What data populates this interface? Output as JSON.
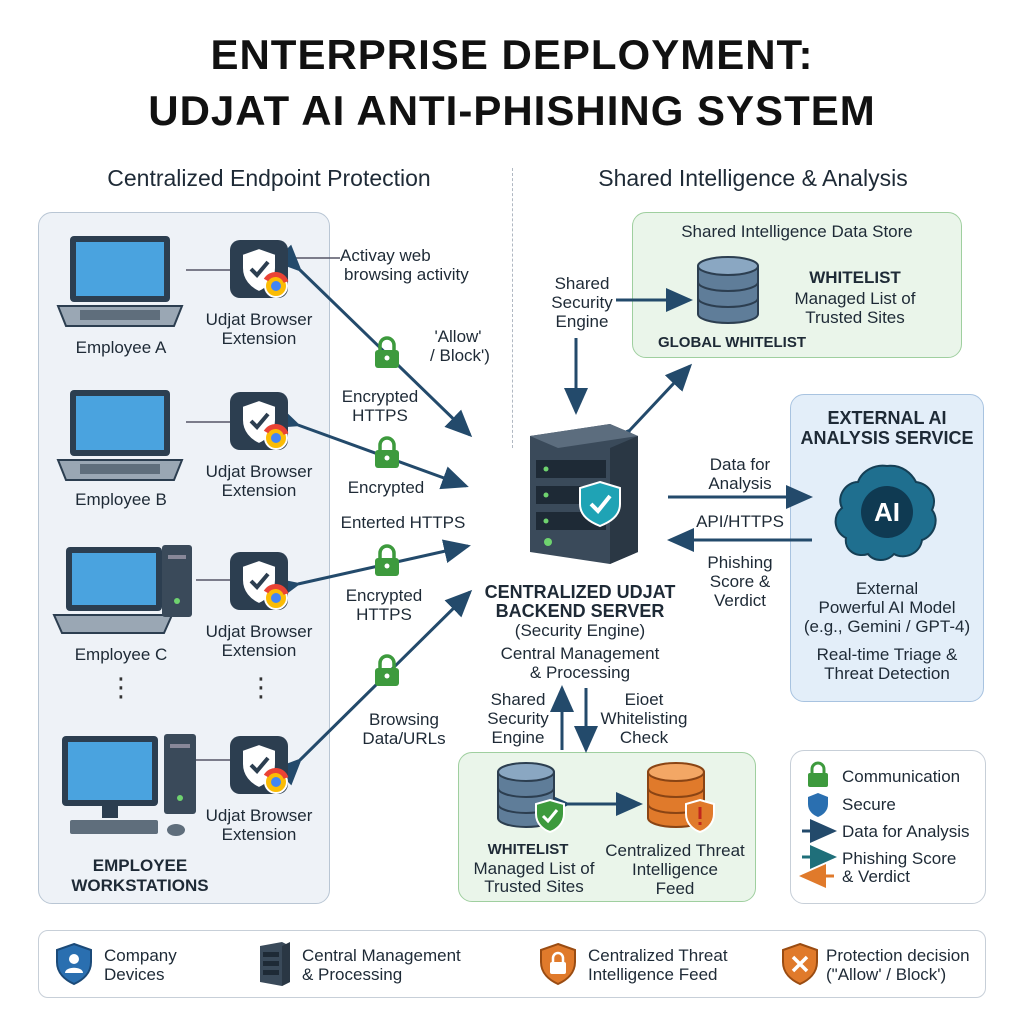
{
  "title_line1": "ENTERPRISE DEPLOYMENT:",
  "title_line2": "UDJAT AI ANTI-PHISHING SYSTEM",
  "section_left": "Centralized Endpoint Protection",
  "section_right": "Shared Intelligence & Analysis",
  "employees": [
    {
      "name": "Employee A",
      "ext_line1": "Udjat Browser",
      "ext_line2": "Extension"
    },
    {
      "name": "Employee B",
      "ext_line1": "Udjat Browser",
      "ext_line2": "Extension"
    },
    {
      "name": "Employee C",
      "ext_line1": "Udjat Browser",
      "ext_line2": "Extension"
    },
    {
      "name": "",
      "ext_line1": "Udjat Browser",
      "ext_line2": "Extension"
    }
  ],
  "workstations_line1": "EMPLOYEE",
  "workstations_line2": "WORKSTATIONS",
  "flow_labels": {
    "activity_1": "Activay web",
    "activity_2": "browsing activity",
    "allow_1": "'Allow'",
    "allow_2": "/ Block')",
    "enc1_1": "Encrypted",
    "enc1_2": "HTTPS",
    "enc2": "Encrypted",
    "enc3": "Enterted HTTPS",
    "enc4_1": "Encrypted",
    "enc4_2": "HTTPS",
    "browsing_1": "Browsing",
    "browsing_2": "Data/URLs"
  },
  "shared_engine": [
    "Shared",
    "Security",
    "Engine"
  ],
  "store": {
    "title": "Shared Intelligence Data Store",
    "whitelist": "WHITELIST",
    "desc1": "Managed List of",
    "desc2": "Trusted Sites",
    "global": "GLOBAL WHITELIST"
  },
  "server": {
    "line1": "CENTRALIZED UDJAT",
    "line2": "BACKEND SERVER",
    "line3": "(Security Engine)",
    "line4": "Central Management",
    "line5": "& Processing"
  },
  "ai_flow": {
    "data_1": "Data for",
    "data_2": "Analysis",
    "api": "API/HTTPS",
    "score_1": "Phishing",
    "score_2": "Score &",
    "score_3": "Verdict"
  },
  "ai_service": {
    "title1": "EXTERNAL AI",
    "title2": "ANALYSIS SERVICE",
    "badge": "AI",
    "line1": "External",
    "line2": "Powerful AI Model",
    "line3": "(e.g., Gemini / GPT-4)",
    "line4": "Real-time Triage &",
    "line5": "Threat Detection"
  },
  "lower": {
    "shared_1": "Shared",
    "shared_2": "Security",
    "shared_3": "Engine",
    "check_1": "Eioet",
    "check_2": "Whitelisting",
    "check_3": "Check",
    "wl_title": "WHITELIST",
    "wl_1": "Managed List of",
    "wl_2": "Trusted Sites",
    "feed_1": "Centralized Threat",
    "feed_2": "Intelligence",
    "feed_3": "Feed"
  },
  "legend": {
    "communication": "Communication",
    "secure": "Secure",
    "data": "Data for Analysis",
    "score_1": "Phishing Score",
    "score_2": "& Verdict"
  },
  "bottom_legend": [
    {
      "l1": "Company",
      "l2": "Devices",
      "icon": "blue-shield-user-icon"
    },
    {
      "l1": "Central Management",
      "l2": "& Processing",
      "icon": "server-icon"
    },
    {
      "l1": "Centralized Threat",
      "l2": "Intelligence Feed",
      "icon": "orange-shield-lock-icon"
    },
    {
      "l1": "Protection decision",
      "l2": "(\"Allow' / Block')",
      "icon": "orange-shield-x-icon"
    }
  ],
  "colors": {
    "arrow": "#234a6b",
    "green": "#3d9a3d",
    "orange": "#e07a2b",
    "teal": "#1f6f7a",
    "panel_blue": "#eef2f7",
    "panel_green": "#eaf5ea"
  }
}
